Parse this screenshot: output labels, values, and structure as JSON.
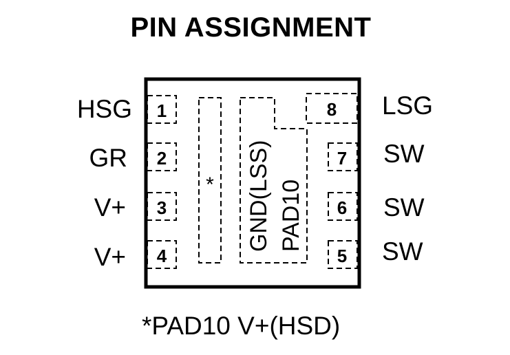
{
  "title": "PIN ASSIGNMENT",
  "left_pins": [
    {
      "number": "1",
      "name": "HSG"
    },
    {
      "number": "2",
      "name": "GR"
    },
    {
      "number": "3",
      "name": "V+"
    },
    {
      "number": "4",
      "name": "V+"
    }
  ],
  "right_pins": [
    {
      "number": "8",
      "name": "LSG"
    },
    {
      "number": "7",
      "name": "SW"
    },
    {
      "number": "6",
      "name": "SW"
    },
    {
      "number": "5",
      "name": "SW"
    }
  ],
  "pads": {
    "hsd_marker": "*",
    "lss_pad_name": "GND(LSS)",
    "lss_pad_id": "PAD10"
  },
  "footnote": "*PAD10 V+(HSD)"
}
